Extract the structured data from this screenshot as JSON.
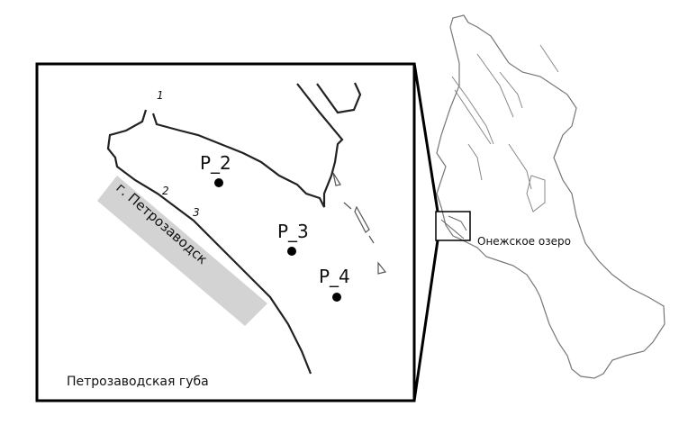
{
  "inset": {
    "bay_label": "Петрозаводская губа",
    "city_label": "г. Петрозаводск",
    "stations": [
      {
        "label": "P_2"
      },
      {
        "label": "P_3"
      },
      {
        "label": "P_4"
      }
    ],
    "shore_points": [
      "1",
      "2",
      "3"
    ]
  },
  "overview": {
    "lake_label": "Онежское озеро"
  },
  "colors": {
    "city_band": "#d3d3d3",
    "outline": "#111111",
    "lake_outline": "#777777"
  }
}
